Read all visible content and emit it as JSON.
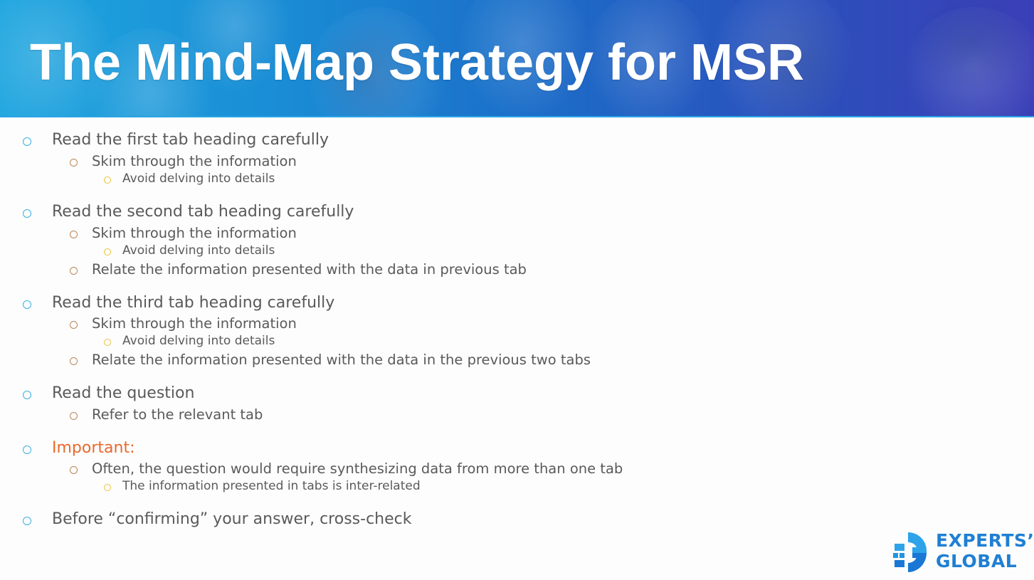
{
  "banner": {
    "title": "The Mind-Map Strategy for MSR",
    "background_colors": [
      "#1fa6df",
      "#1b6fc9",
      "#3b3fb7"
    ]
  },
  "bullet_colors": {
    "level1": "#3aaee0",
    "level2": "#b98657",
    "level3": "#e8c23a"
  },
  "text_colors": {
    "body": "#5a5a5a",
    "important": "#e8692b"
  },
  "items": [
    {
      "level": 1,
      "text": "Read the first tab heading carefully"
    },
    {
      "level": 2,
      "text": "Skim through the information"
    },
    {
      "level": 3,
      "text": "Avoid delving into details"
    },
    {
      "level": 1,
      "text": "Read the second tab heading carefully"
    },
    {
      "level": 2,
      "text": "Skim through the information"
    },
    {
      "level": 3,
      "text": "Avoid delving into details"
    },
    {
      "level": 2,
      "text": "Relate the information presented with the data in previous tab"
    },
    {
      "level": 1,
      "text": "Read the third tab heading carefully"
    },
    {
      "level": 2,
      "text": "Skim through the information"
    },
    {
      "level": 3,
      "text": "Avoid delving into details"
    },
    {
      "level": 2,
      "text": "Relate the information presented with the data in the previous two tabs"
    },
    {
      "level": 1,
      "text": "Read the question"
    },
    {
      "level": 2,
      "text": "Refer to the relevant tab"
    },
    {
      "level": 1,
      "text": "Important:"
    },
    {
      "level": 2,
      "text": "Often, the question would require synthesizing data from more than one tab"
    },
    {
      "level": 3,
      "text": "The information presented in tabs is inter-related"
    },
    {
      "level": 1,
      "text": "Before “confirming” your answer, cross-check"
    }
  ],
  "logo": {
    "icon": "experts-global-g-icon",
    "line1": "EXPERTS’",
    "line2": "GLOBAL",
    "color": "#1f7fd3"
  }
}
